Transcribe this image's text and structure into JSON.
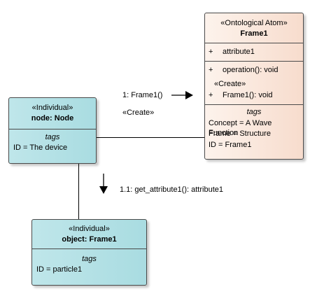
{
  "individual_node": {
    "stereotype": "«Individual»",
    "name": "node: Node",
    "tags_label": "tags",
    "tags": [
      "ID = The device"
    ]
  },
  "individual_object": {
    "stereotype": "«Individual»",
    "name": "object: Frame1",
    "tags_label": "tags",
    "tags": [
      "ID = particle1"
    ]
  },
  "ontological_atom": {
    "stereotype": "«Ontological Atom»",
    "name": "Frame1",
    "attributes": [
      {
        "visibility": "+",
        "text": "attribute1"
      }
    ],
    "operations": [
      {
        "visibility": "+",
        "text": "operation(): void"
      }
    ],
    "create_stereotype": "«Create»",
    "create_operations": [
      {
        "visibility": "+",
        "text": "Frame1(): void"
      }
    ],
    "tags_label": "tags",
    "tags": [
      "Concept = A Wave Function",
      "Frame = Structure",
      "ID = Frame1"
    ]
  },
  "messages": {
    "frame1_call": "1: Frame1()",
    "create_stereotype": "«Create»",
    "get_attribute_call": "1.1: get_attribute1(): attribute1"
  },
  "colors": {
    "individual_fill": "#a9dce1",
    "atom_fill": "#f7dccd",
    "border": "#4a4a4a"
  }
}
